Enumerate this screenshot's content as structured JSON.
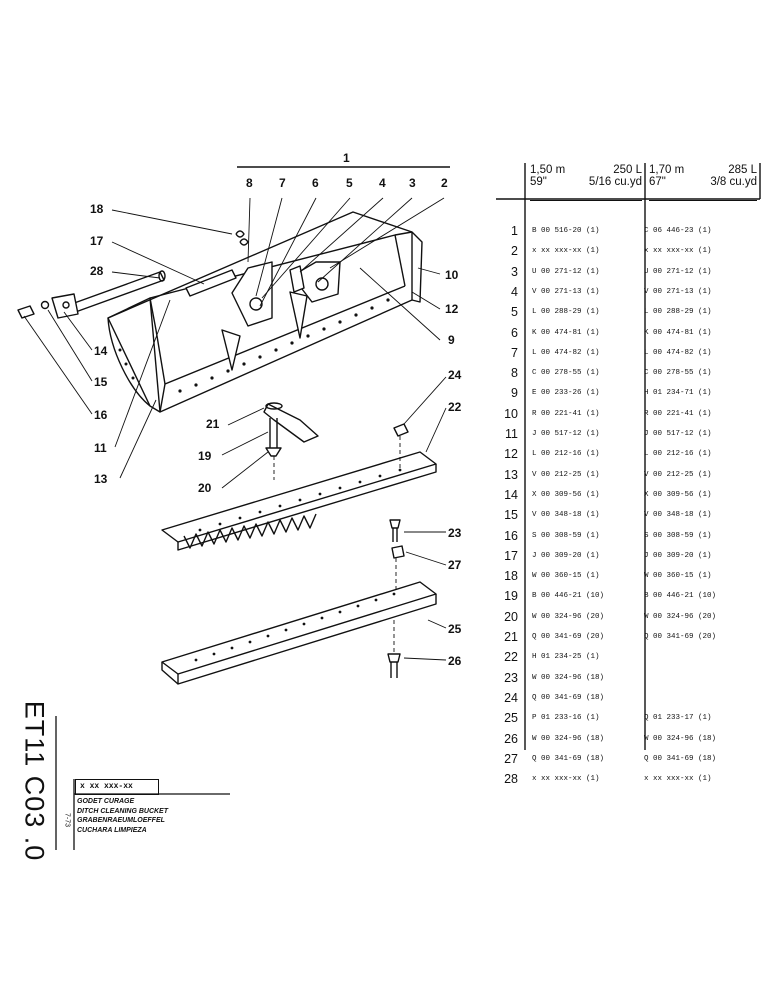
{
  "assembly_number": "1",
  "callouts": {
    "c1": "1",
    "c2": "2",
    "c3": "3",
    "c4": "4",
    "c5": "5",
    "c6": "6",
    "c7": "7",
    "c8": "8",
    "c9": "9",
    "c10": "10",
    "c11": "11",
    "c12": "12",
    "c13": "13",
    "c14": "14",
    "c15": "15",
    "c16": "16",
    "c17": "17",
    "c18": "18",
    "c19": "19",
    "c20": "20",
    "c21": "21",
    "c22": "22",
    "c23": "23",
    "c24": "24",
    "c25": "25",
    "c26": "26",
    "c27": "27",
    "c28": "28"
  },
  "table": {
    "col1": {
      "width": "1,50 m",
      "volume": "250 L",
      "width_in": "59\"",
      "volume_cuyd": "5/16 cu.yd"
    },
    "col2": {
      "width": "1,70 m",
      "volume": "285 L",
      "width_in": "67\"",
      "volume_cuyd": "3/8 cu.yd"
    },
    "rows": [
      {
        "pos": "1",
        "a": "B 00 516-20 (1)",
        "b": "C 06 446-23 (1)"
      },
      {
        "pos": "2",
        "a": "x xx xxx-xx (1)",
        "b": "x xx xxx-xx (1)"
      },
      {
        "pos": "3",
        "a": "U 00 271-12 (1)",
        "b": "U 00 271-12 (1)"
      },
      {
        "pos": "4",
        "a": "V 00 271-13 (1)",
        "b": "V 00 271-13 (1)"
      },
      {
        "pos": "5",
        "a": "L 00 288-29 (1)",
        "b": "L 00 288-29 (1)"
      },
      {
        "pos": "6",
        "a": "K 00 474-81 (1)",
        "b": "K 00 474-81 (1)"
      },
      {
        "pos": "7",
        "a": "L 00 474-82 (1)",
        "b": "L 00 474-82 (1)"
      },
      {
        "pos": "8",
        "a": "C 00 278-55 (1)",
        "b": "C 00 278-55 (1)"
      },
      {
        "pos": "9",
        "a": "E 00 233-26 (1)",
        "b": "H 01 234-71 (1)"
      },
      {
        "pos": "10",
        "a": "R 00 221-41 (1)",
        "b": "R 00 221-41 (1)"
      },
      {
        "pos": "11",
        "a": "J 00 517-12 (1)",
        "b": "J 00 517-12 (1)"
      },
      {
        "pos": "12",
        "a": "L 00 212-16 (1)",
        "b": "L 00 212-16 (1)"
      },
      {
        "pos": "13",
        "a": "V 00 212-25 (1)",
        "b": "V 00 212-25 (1)"
      },
      {
        "pos": "14",
        "a": "X 00 309-56 (1)",
        "b": "X 00 309-56 (1)"
      },
      {
        "pos": "15",
        "a": "V 00 348-18 (1)",
        "b": "V 00 348-18 (1)"
      },
      {
        "pos": "16",
        "a": "S 00 308-59 (1)",
        "b": "S 00 308-59 (1)"
      },
      {
        "pos": "17",
        "a": "J 00 309-20 (1)",
        "b": "J 00 309-20 (1)"
      },
      {
        "pos": "18",
        "a": "W 00 360-15 (1)",
        "b": "W 00 360-15 (1)"
      },
      {
        "pos": "19",
        "a": "B 00 446-21 (10)",
        "b": "B 00 446-21 (10)"
      },
      {
        "pos": "20",
        "a": "W 00 324-96 (20)",
        "b": "W 00 324-96 (20)"
      },
      {
        "pos": "21",
        "a": "Q 00 341-69 (20)",
        "b": "Q 00 341-69 (20)"
      },
      {
        "pos": "22",
        "a": "H 01 234-25 (1)",
        "b": ""
      },
      {
        "pos": "23",
        "a": "W 00 324-96 (18)",
        "b": ""
      },
      {
        "pos": "24",
        "a": "Q 00 341-69 (18)",
        "b": ""
      },
      {
        "pos": "25",
        "a": "P 01 233-16 (1)",
        "b": "Q 01 233-17 (1)"
      },
      {
        "pos": "26",
        "a": "W 00 324-96 (18)",
        "b": "W 00 324-96 (18)"
      },
      {
        "pos": "27",
        "a": "Q 00 341-69 (18)",
        "b": "Q 00 341-69 (18)"
      },
      {
        "pos": "28",
        "a": "x xx xxx-xx (1)",
        "b": "x xx xxx-xx (1)"
      }
    ]
  },
  "title_block": {
    "doc_code": "ET11 C03 .0",
    "date": "7-73",
    "ref": "x xx xxx-xx",
    "desc_fr": "GODET CURAGE",
    "desc_en": "DITCH CLEANING BUCKET",
    "desc_de": "GRABENRAEUMLOEFFEL",
    "desc_es": "CUCHARA LIMPIEZA"
  }
}
